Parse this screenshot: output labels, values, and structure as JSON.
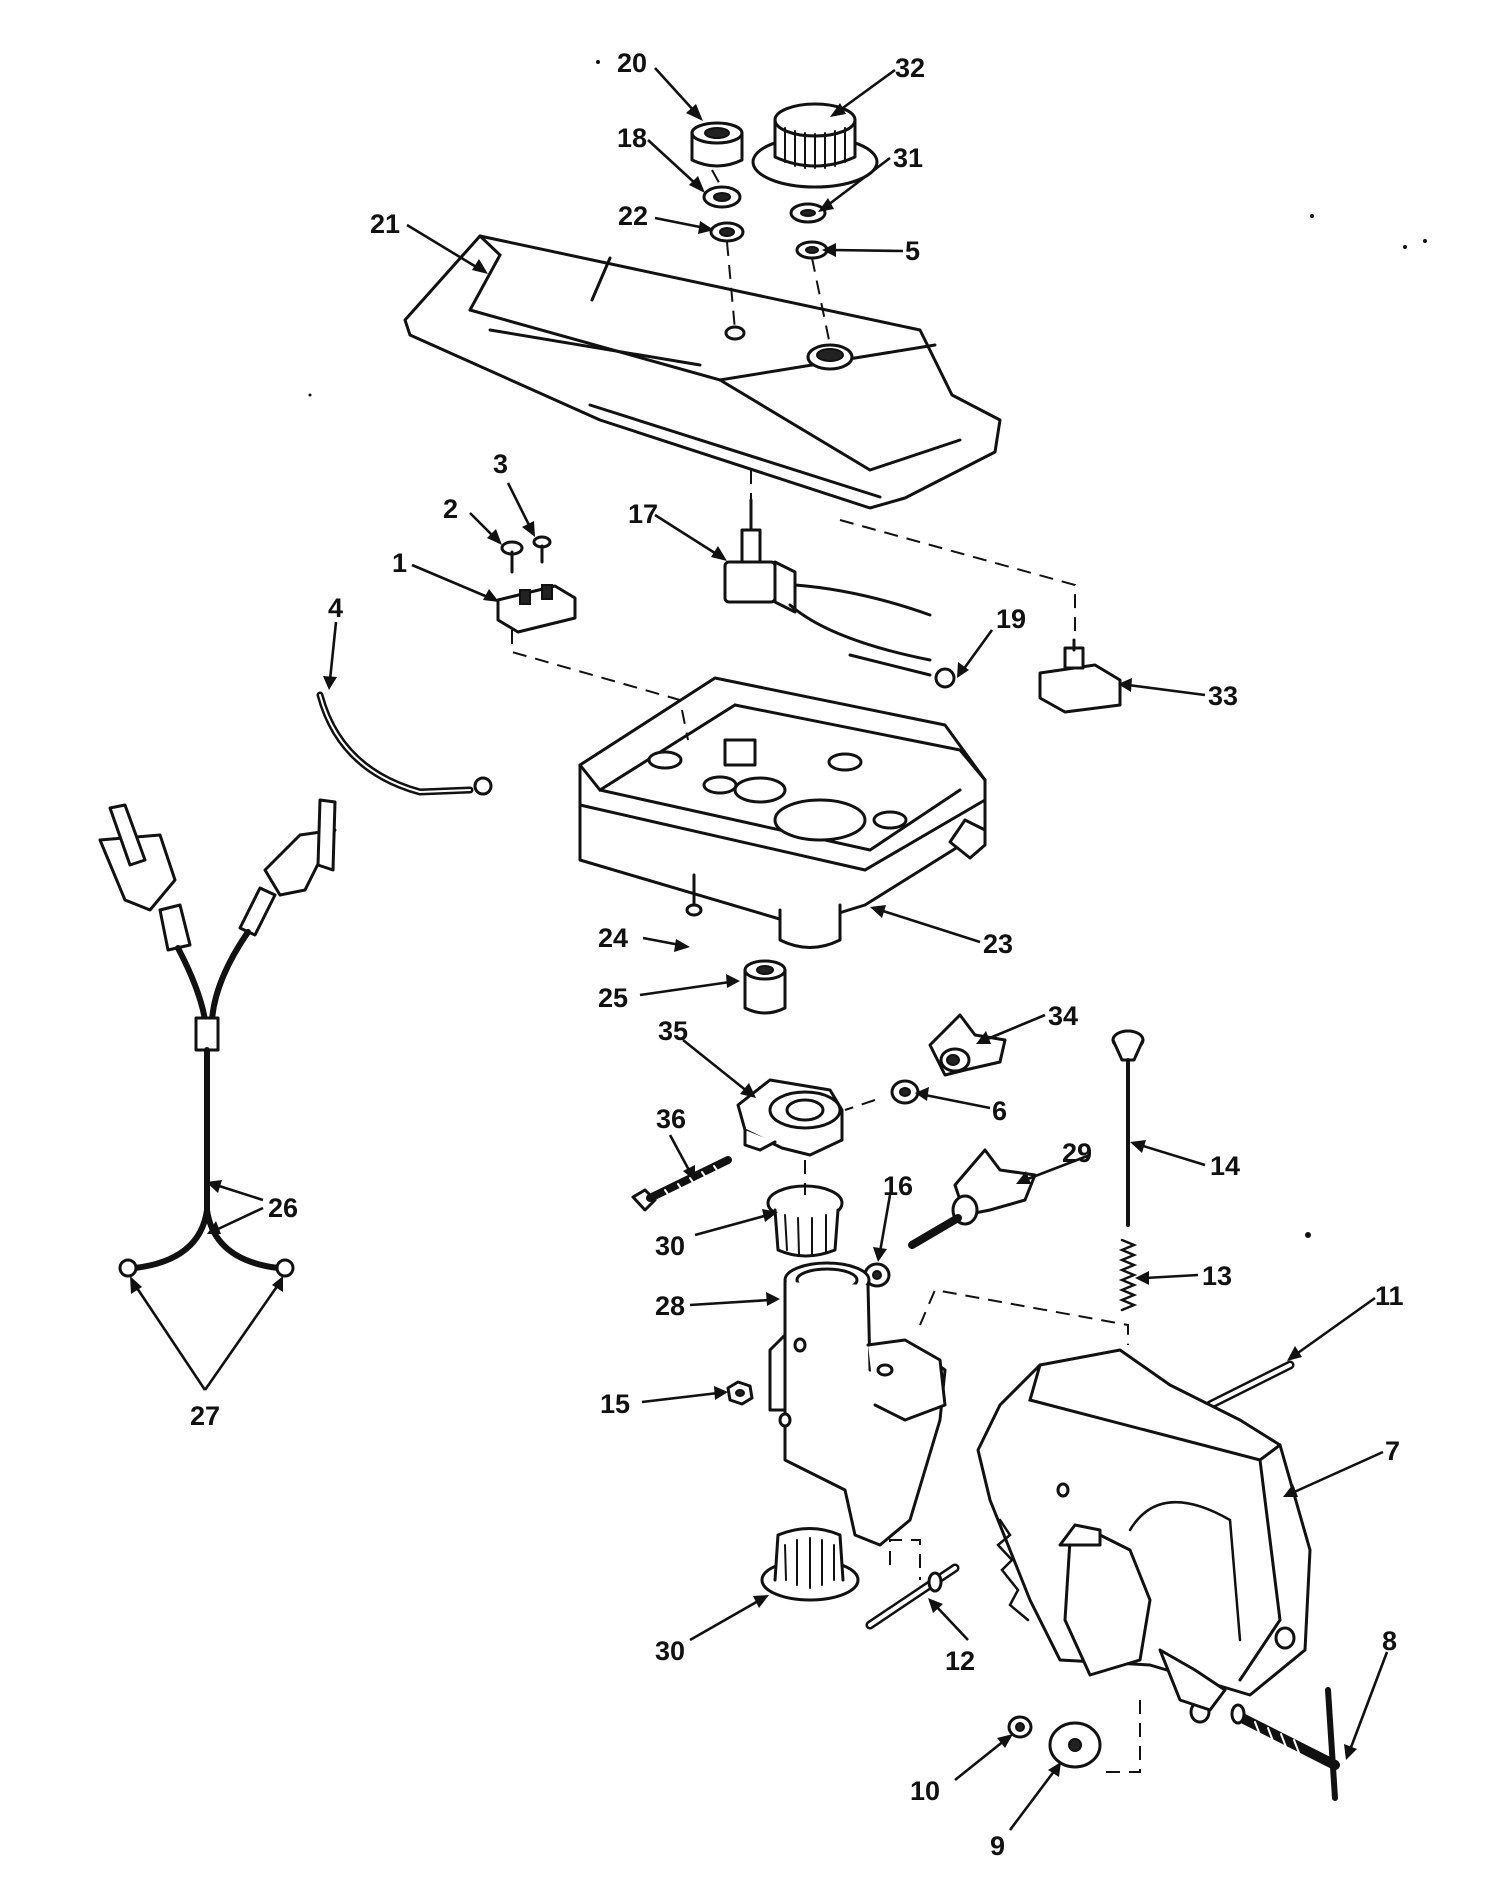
{
  "callouts": [
    {
      "id": "c1",
      "text": "1"
    },
    {
      "id": "c2",
      "text": "2"
    },
    {
      "id": "c3",
      "text": "3"
    },
    {
      "id": "c4",
      "text": "4"
    },
    {
      "id": "c5",
      "text": "5"
    },
    {
      "id": "c6",
      "text": "6"
    },
    {
      "id": "c7",
      "text": "7"
    },
    {
      "id": "c8",
      "text": "8"
    },
    {
      "id": "c9",
      "text": "9"
    },
    {
      "id": "c10",
      "text": "10"
    },
    {
      "id": "c11",
      "text": "11"
    },
    {
      "id": "c12",
      "text": "12"
    },
    {
      "id": "c13",
      "text": "13"
    },
    {
      "id": "c14",
      "text": "14"
    },
    {
      "id": "c15",
      "text": "15"
    },
    {
      "id": "c16",
      "text": "16"
    },
    {
      "id": "c17",
      "text": "17"
    },
    {
      "id": "c18",
      "text": "18"
    },
    {
      "id": "c19",
      "text": "19"
    },
    {
      "id": "c20",
      "text": "20"
    },
    {
      "id": "c21",
      "text": "21"
    },
    {
      "id": "c22",
      "text": "22"
    },
    {
      "id": "c23",
      "text": "23"
    },
    {
      "id": "c24",
      "text": "24"
    },
    {
      "id": "c25",
      "text": "25"
    },
    {
      "id": "c26",
      "text": "26"
    },
    {
      "id": "c27",
      "text": "27"
    },
    {
      "id": "c28",
      "text": "28"
    },
    {
      "id": "c29",
      "text": "29"
    },
    {
      "id": "c30a",
      "text": "30"
    },
    {
      "id": "c30b",
      "text": "30"
    },
    {
      "id": "c31",
      "text": "31"
    },
    {
      "id": "c32",
      "text": "32"
    },
    {
      "id": "c33",
      "text": "33"
    },
    {
      "id": "c34",
      "text": "34"
    },
    {
      "id": "c35",
      "text": "35"
    },
    {
      "id": "c36",
      "text": "36"
    }
  ],
  "colors": {
    "ink": "#111111",
    "paper": "#ffffff"
  }
}
